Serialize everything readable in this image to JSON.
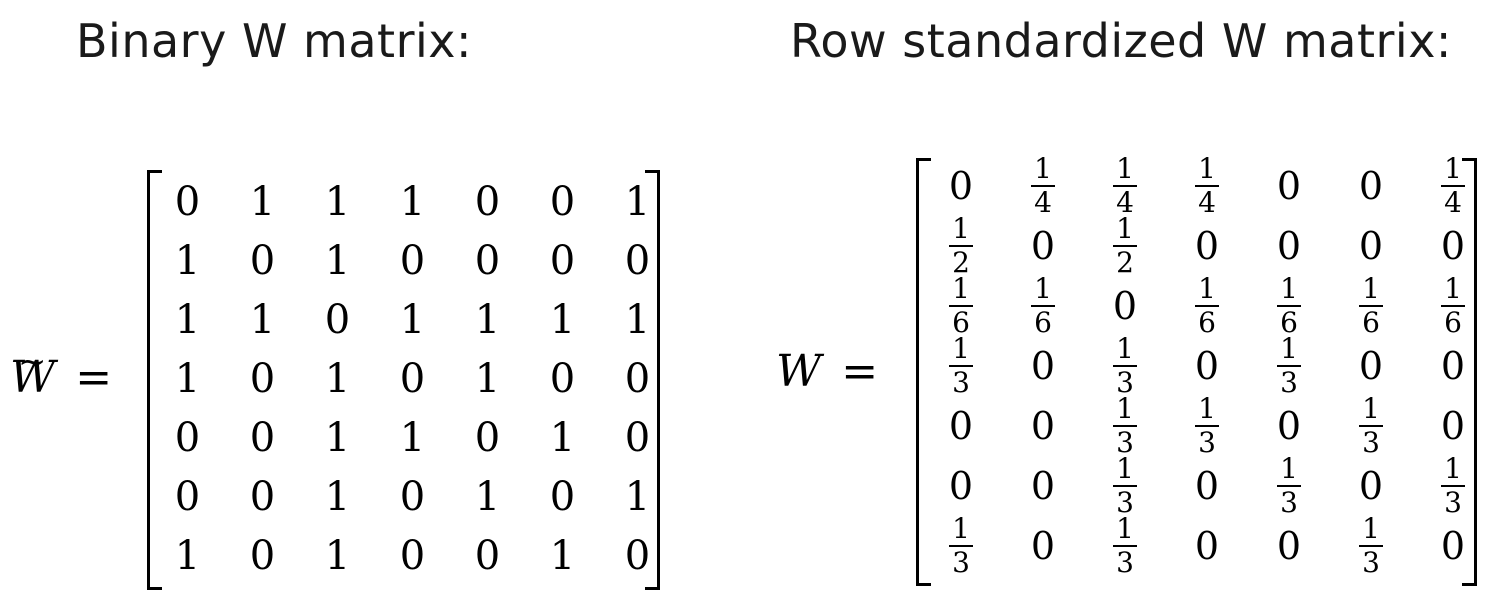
{
  "headings": {
    "left": "Binary W matrix:",
    "right": "Row standardized W matrix:"
  },
  "binary_matrix": {
    "symbol": "W",
    "tilde": "~",
    "equals": "=",
    "rows": [
      [
        "0",
        "1",
        "1",
        "1",
        "0",
        "0",
        "1"
      ],
      [
        "1",
        "0",
        "1",
        "0",
        "0",
        "0",
        "0"
      ],
      [
        "1",
        "1",
        "0",
        "1",
        "1",
        "1",
        "1"
      ],
      [
        "1",
        "0",
        "1",
        "0",
        "1",
        "0",
        "0"
      ],
      [
        "0",
        "0",
        "1",
        "1",
        "0",
        "1",
        "0"
      ],
      [
        "0",
        "0",
        "1",
        "0",
        "1",
        "0",
        "1"
      ],
      [
        "1",
        "0",
        "1",
        "0",
        "0",
        "1",
        "0"
      ]
    ]
  },
  "row_standardized_matrix": {
    "symbol": "W",
    "equals": "=",
    "rows": [
      [
        "0",
        "1/4",
        "1/4",
        "1/4",
        "0",
        "0",
        "1/4"
      ],
      [
        "1/2",
        "0",
        "1/2",
        "0",
        "0",
        "0",
        "0"
      ],
      [
        "1/6",
        "1/6",
        "0",
        "1/6",
        "1/6",
        "1/6",
        "1/6"
      ],
      [
        "1/3",
        "0",
        "1/3",
        "0",
        "1/3",
        "0",
        "0"
      ],
      [
        "0",
        "0",
        "1/3",
        "1/3",
        "0",
        "1/3",
        "0"
      ],
      [
        "0",
        "0",
        "1/3",
        "0",
        "1/3",
        "0",
        "1/3"
      ],
      [
        "1/3",
        "0",
        "1/3",
        "0",
        "0",
        "1/3",
        "0"
      ]
    ]
  }
}
